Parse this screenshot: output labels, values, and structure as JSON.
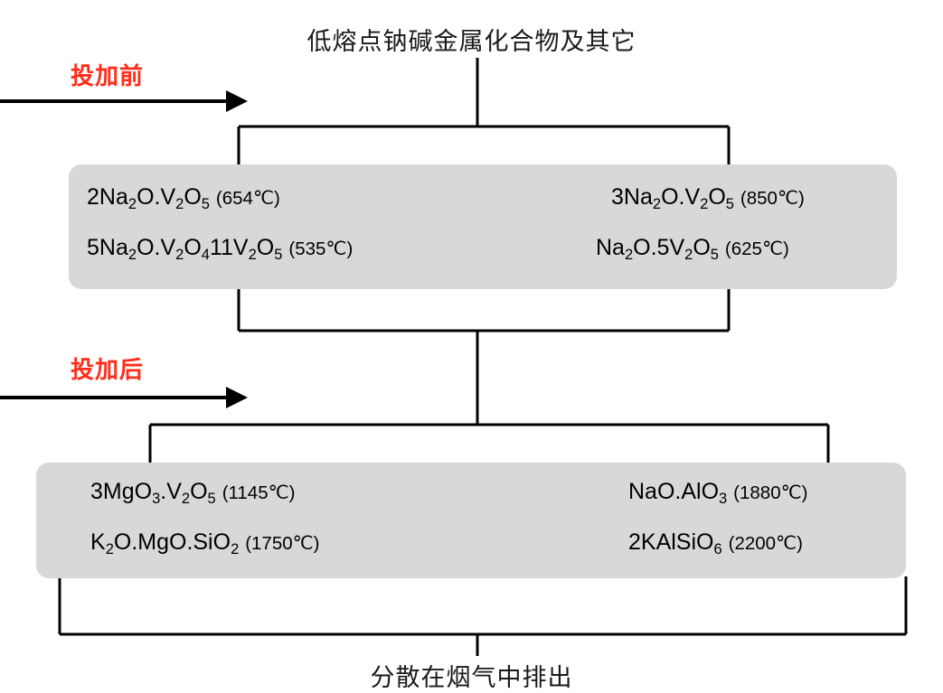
{
  "diagram": {
    "title_top": "低熔点钠碱金属化合物及其它",
    "title_bottom": "分散在烟气中排出",
    "arrows": [
      {
        "label": "投加前"
      },
      {
        "label": "投加后"
      }
    ],
    "colors": {
      "arrow_label": "#ff2d1a",
      "box_fill": "#d8d8d8",
      "line": "#000000",
      "text": "#1a1a1a"
    },
    "box_top": {
      "rows": [
        [
          {
            "formula": "2Na2O.V2O5",
            "temp": "(654℃)"
          },
          {
            "formula": "3Na2O.V2O5",
            "temp": "(850℃)"
          }
        ],
        [
          {
            "formula": "5Na2O.V2O411V2O5",
            "temp": "(535℃)"
          },
          {
            "formula": "Na2O.5V2O5",
            "temp": "(625℃)"
          }
        ]
      ]
    },
    "box_bottom": {
      "rows": [
        [
          {
            "formula": "3MgO3.V2O5",
            "temp": "(1145℃)"
          },
          {
            "formula": "NaO.AlO3",
            "temp": "(1880℃)"
          }
        ],
        [
          {
            "formula": "K2O.MgO.SiO2",
            "temp": "(1750℃)"
          },
          {
            "formula": "2KAlSiO6",
            "temp": "(2200℃)"
          }
        ]
      ]
    }
  }
}
